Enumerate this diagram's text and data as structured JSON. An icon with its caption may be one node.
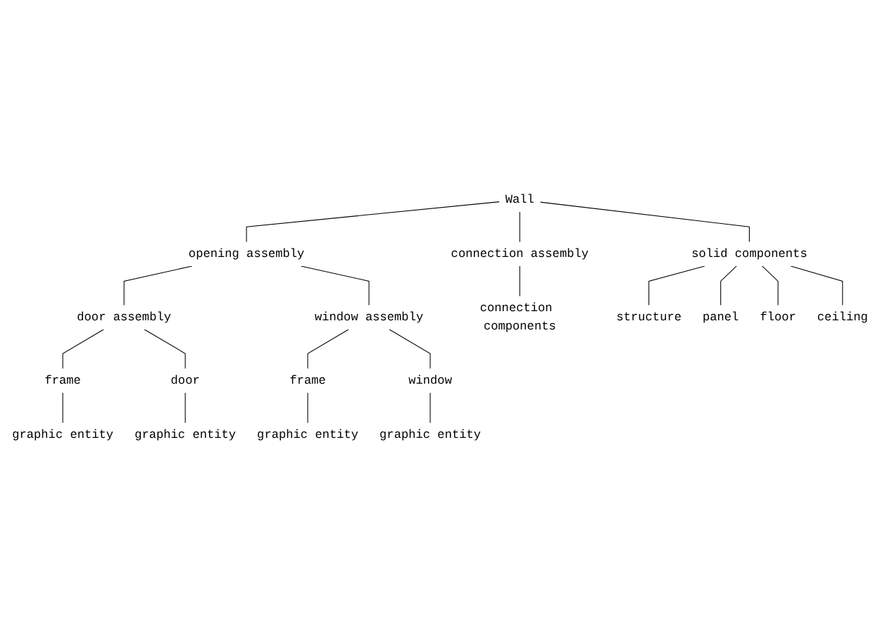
{
  "diagram": {
    "nodes": [
      {
        "text": [
          "Wall"
        ]
      },
      {
        "text": [
          "opening assembly"
        ]
      },
      {
        "text": [
          "solid components"
        ]
      },
      {
        "text": [
          "connection assembly"
        ]
      },
      {
        "text": [
          "door assembly"
        ]
      },
      {
        "text": [
          "window assembly"
        ]
      },
      {
        "text": [
          "connection components"
        ]
      },
      {
        "text": [
          "structure"
        ]
      },
      {
        "text": [
          "panel"
        ]
      },
      {
        "text": [
          "frame"
        ]
      },
      {
        "text": [
          "floor"
        ]
      },
      {
        "text": [
          "ceiling"
        ]
      },
      {
        "text": [
          "frame"
        ]
      },
      {
        "text": [
          "door"
        ]
      },
      {
        "text": [
          "window"
        ]
      },
      {
        "text": [
          "graphic entity"
        ]
      },
      {
        "text": [
          "graphic entity"
        ]
      },
      {
        "text": [
          "graphic entity"
        ]
      },
      {
        "text": [
          "graphic entity"
        ]
      }
    ],
    "edges": [
      {
        "from": 0,
        "to": 1,
        "arrow": "none"
      },
      {
        "from": 0,
        "to": 2,
        "arrow": "none"
      },
      {
        "from": 0,
        "to": 3,
        "arrow": "none"
      },
      {
        "from": 1,
        "to": 4,
        "arrow": "none"
      },
      {
        "from": 1,
        "to": 5,
        "arrow": "none"
      },
      {
        "from": 2,
        "to": 7,
        "arrow": "none"
      },
      {
        "from": 2,
        "to": 10,
        "arrow": "none"
      },
      {
        "from": 2,
        "to": 11,
        "arrow": "none"
      },
      {
        "from": 2,
        "to": 8,
        "arrow": "none"
      },
      {
        "from": 3,
        "to": 6,
        "arrow": "none"
      },
      {
        "from": 4,
        "to": 12,
        "arrow": "none"
      },
      {
        "from": 4,
        "to": 13,
        "arrow": "none"
      },
      {
        "from": 5,
        "to": 9,
        "arrow": "none"
      },
      {
        "from": 5,
        "to": 14,
        "arrow": "none"
      },
      {
        "from": 12,
        "to": 15,
        "arrow": "none"
      },
      {
        "from": 13,
        "to": 16,
        "arrow": "none"
      },
      {
        "from": 9,
        "to": 17,
        "arrow": "none"
      },
      {
        "from": 14,
        "to": 18,
        "arrow": "none"
      }
    ]
  }
}
